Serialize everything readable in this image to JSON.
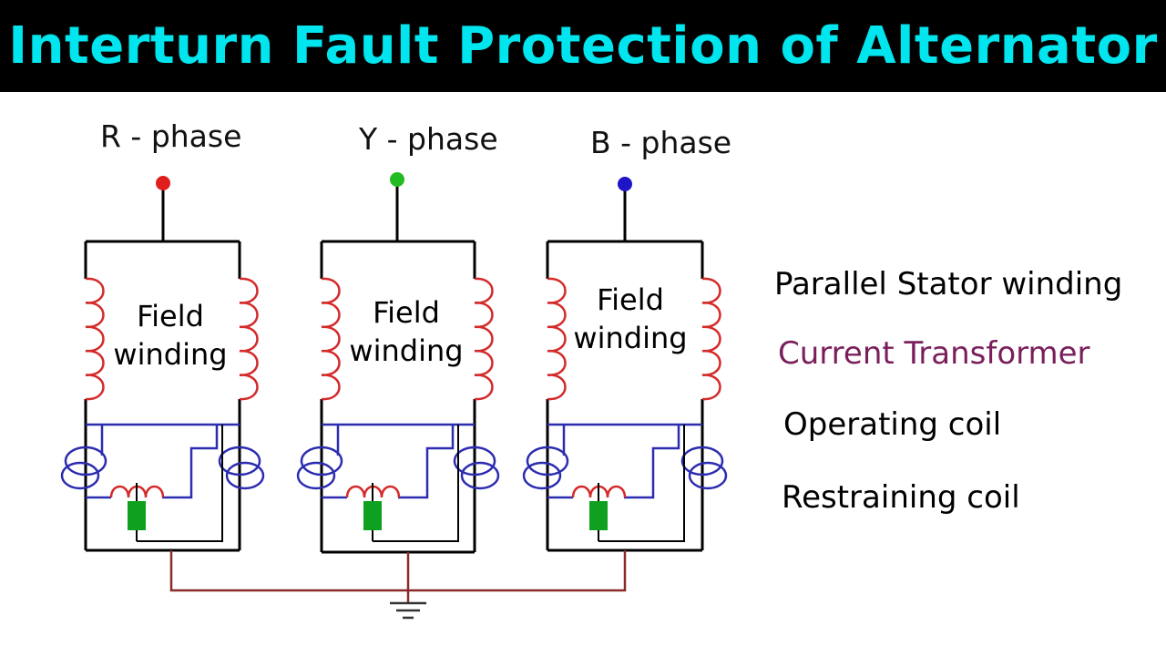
{
  "title": "Interturn Fault Protection of Alternator",
  "phases": [
    {
      "label": "R - phase",
      "terminal_color": "#e01e1e"
    },
    {
      "label": "Y - phase",
      "terminal_color": "#22bb22"
    },
    {
      "label": "B - phase",
      "terminal_color": "#2014c8"
    }
  ],
  "field_winding_label": [
    "Field",
    "winding"
  ],
  "legend": [
    {
      "text": "Parallel Stator winding",
      "color": "#000000"
    },
    {
      "text": "Current Transformer",
      "color": "#7a1f5c"
    },
    {
      "text": "Operating coil",
      "color": "#000000"
    },
    {
      "text": "Restraining coil",
      "color": "#000000"
    }
  ],
  "colors": {
    "title_text": "#00e5ee",
    "title_bar": "#000000",
    "stator_winding": "#d42a2a",
    "ct_coil": "#2c2cb0",
    "operating_coil": "#d42a2a",
    "restraining_coil": "#10a020",
    "earth_wire": "#8b2a2a",
    "frame": "#000000"
  }
}
